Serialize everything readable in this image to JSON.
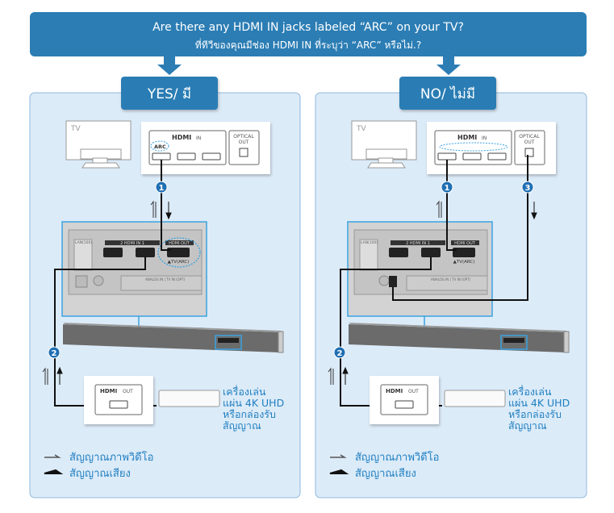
{
  "question": {
    "english": "Are there any HDMI IN jacks labeled “ARC” on your TV?",
    "thai": "ที่ทีวีของคุณมีช่อง HDMI IN ที่ระบุว่า “ARC” หรือไม่.?"
  },
  "colors": {
    "banner": "#2b7db4",
    "panel": "#dcebf8",
    "accent_text": "#1f7fc1"
  },
  "yes_panel": {
    "label": "YES/ มี",
    "tv_label": "TV",
    "hdmi_label": "HDMI",
    "hdmi_in": "IN",
    "arc": "ARC",
    "optical": [
      "OPTICAL",
      "OUT"
    ],
    "lan": "LAN(100)",
    "sb_hdmi_in": "2   HDMI IN   1",
    "sb_hdmi_out": "HDMI OUT",
    "tv_arc": "▲TV(ARC)",
    "analog": "ANALOG IN | TV IN (OPT)",
    "player_hdmi": "HDMI",
    "player_out": "OUT",
    "device_text": [
      "เครื่องเล่น",
      "แผ่น 4K UHD",
      "หรือกล่องรับ",
      "สัญญาณ"
    ],
    "badges": [
      "1",
      "2"
    ],
    "legend": {
      "video": "สัญญาณภาพวิดีโอ",
      "audio": "สัญญาณเสียง"
    }
  },
  "no_panel": {
    "label": "NO/ ไม่มี",
    "tv_label": "TV",
    "hdmi_label": "HDMI",
    "hdmi_in": "IN",
    "optical": [
      "OPTICAL",
      "OUT"
    ],
    "lan": "LAN(100)",
    "sb_hdmi_in": "2   HDMI IN   1",
    "sb_hdmi_out": "HDMI OUT",
    "tv_arc": "▲TV(ARC)",
    "analog": "ANALOG IN | TV IN (OPT)",
    "player_hdmi": "HDMI",
    "player_out": "OUT",
    "device_text": [
      "เครื่องเล่น",
      "แผ่น 4K UHD",
      "หรือกล่องรับ",
      "สัญญาณ"
    ],
    "badges": [
      "1",
      "2",
      "3"
    ],
    "legend": {
      "video": "สัญญาณภาพวิดีโอ",
      "audio": "สัญญาณเสียง"
    }
  }
}
